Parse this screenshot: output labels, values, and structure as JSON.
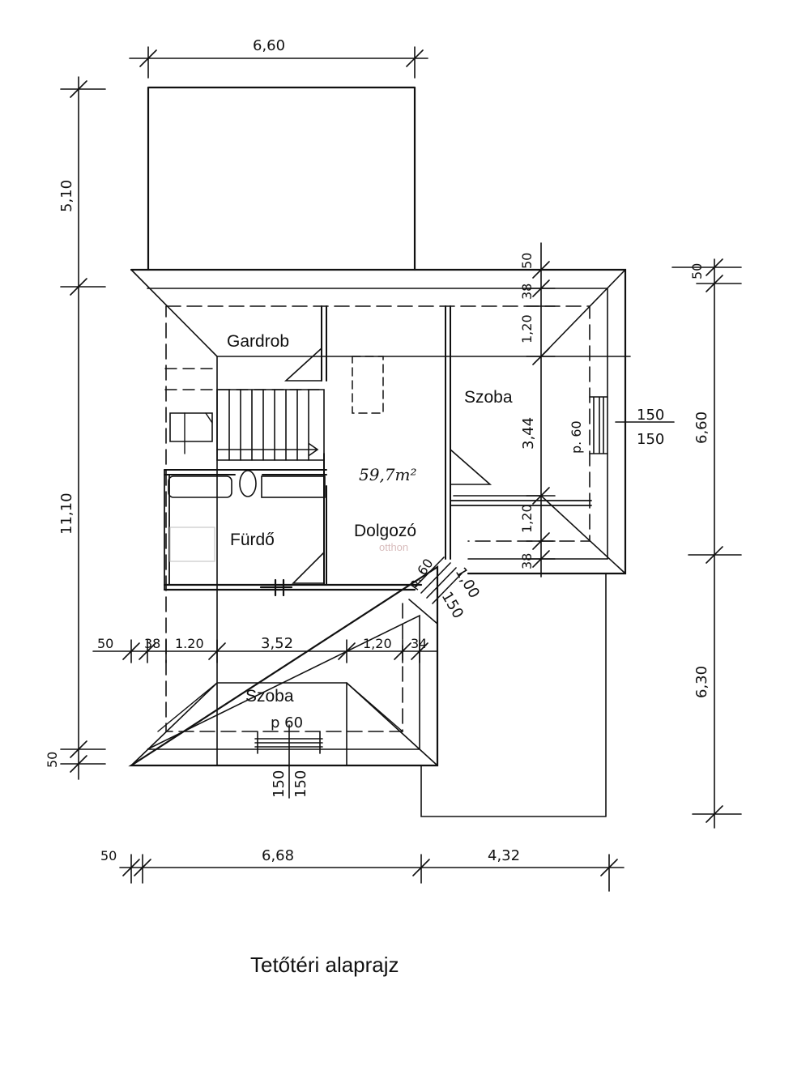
{
  "rooms": {
    "gardrob": "Gardrob",
    "szoba_right": "Szoba",
    "furdo": "Fürdő",
    "dolgozo": "Dolgozó",
    "szoba_bottom": "Szoba"
  },
  "area": "59,7m²",
  "caption": "Tetőtéri alaprajz",
  "watermark": "otthon",
  "dimensions": {
    "top_width": "6,60",
    "left_upper": "5,10",
    "left_main": "11,10",
    "left_bottom": "50",
    "bottom_left_offset": "50",
    "bottom_mid": "6,68",
    "bottom_right": "4,32",
    "right_top": "50",
    "right_mid": "6,60",
    "right_low": "6,30",
    "inner_right_top": "50",
    "inner_right_38a": "38",
    "inner_right_120a": "1,20",
    "inner_right_344": "3,44",
    "inner_right_120b": "1,20",
    "inner_right_38b": "38",
    "row_50": "50",
    "row_38": "38",
    "row_120a": "1.20",
    "row_352": "3,52",
    "row_120b": "1,20",
    "row_34": "34",
    "win_right_p": "p. 60",
    "win_right_h1": "150",
    "win_right_h2": "150",
    "win_bottom_p": "p 60",
    "win_bottom_h1": "150",
    "win_bottom_h2": "150",
    "win_diag_p": "p. 60",
    "win_diag_h1": "1,00",
    "win_diag_h2": "150"
  }
}
